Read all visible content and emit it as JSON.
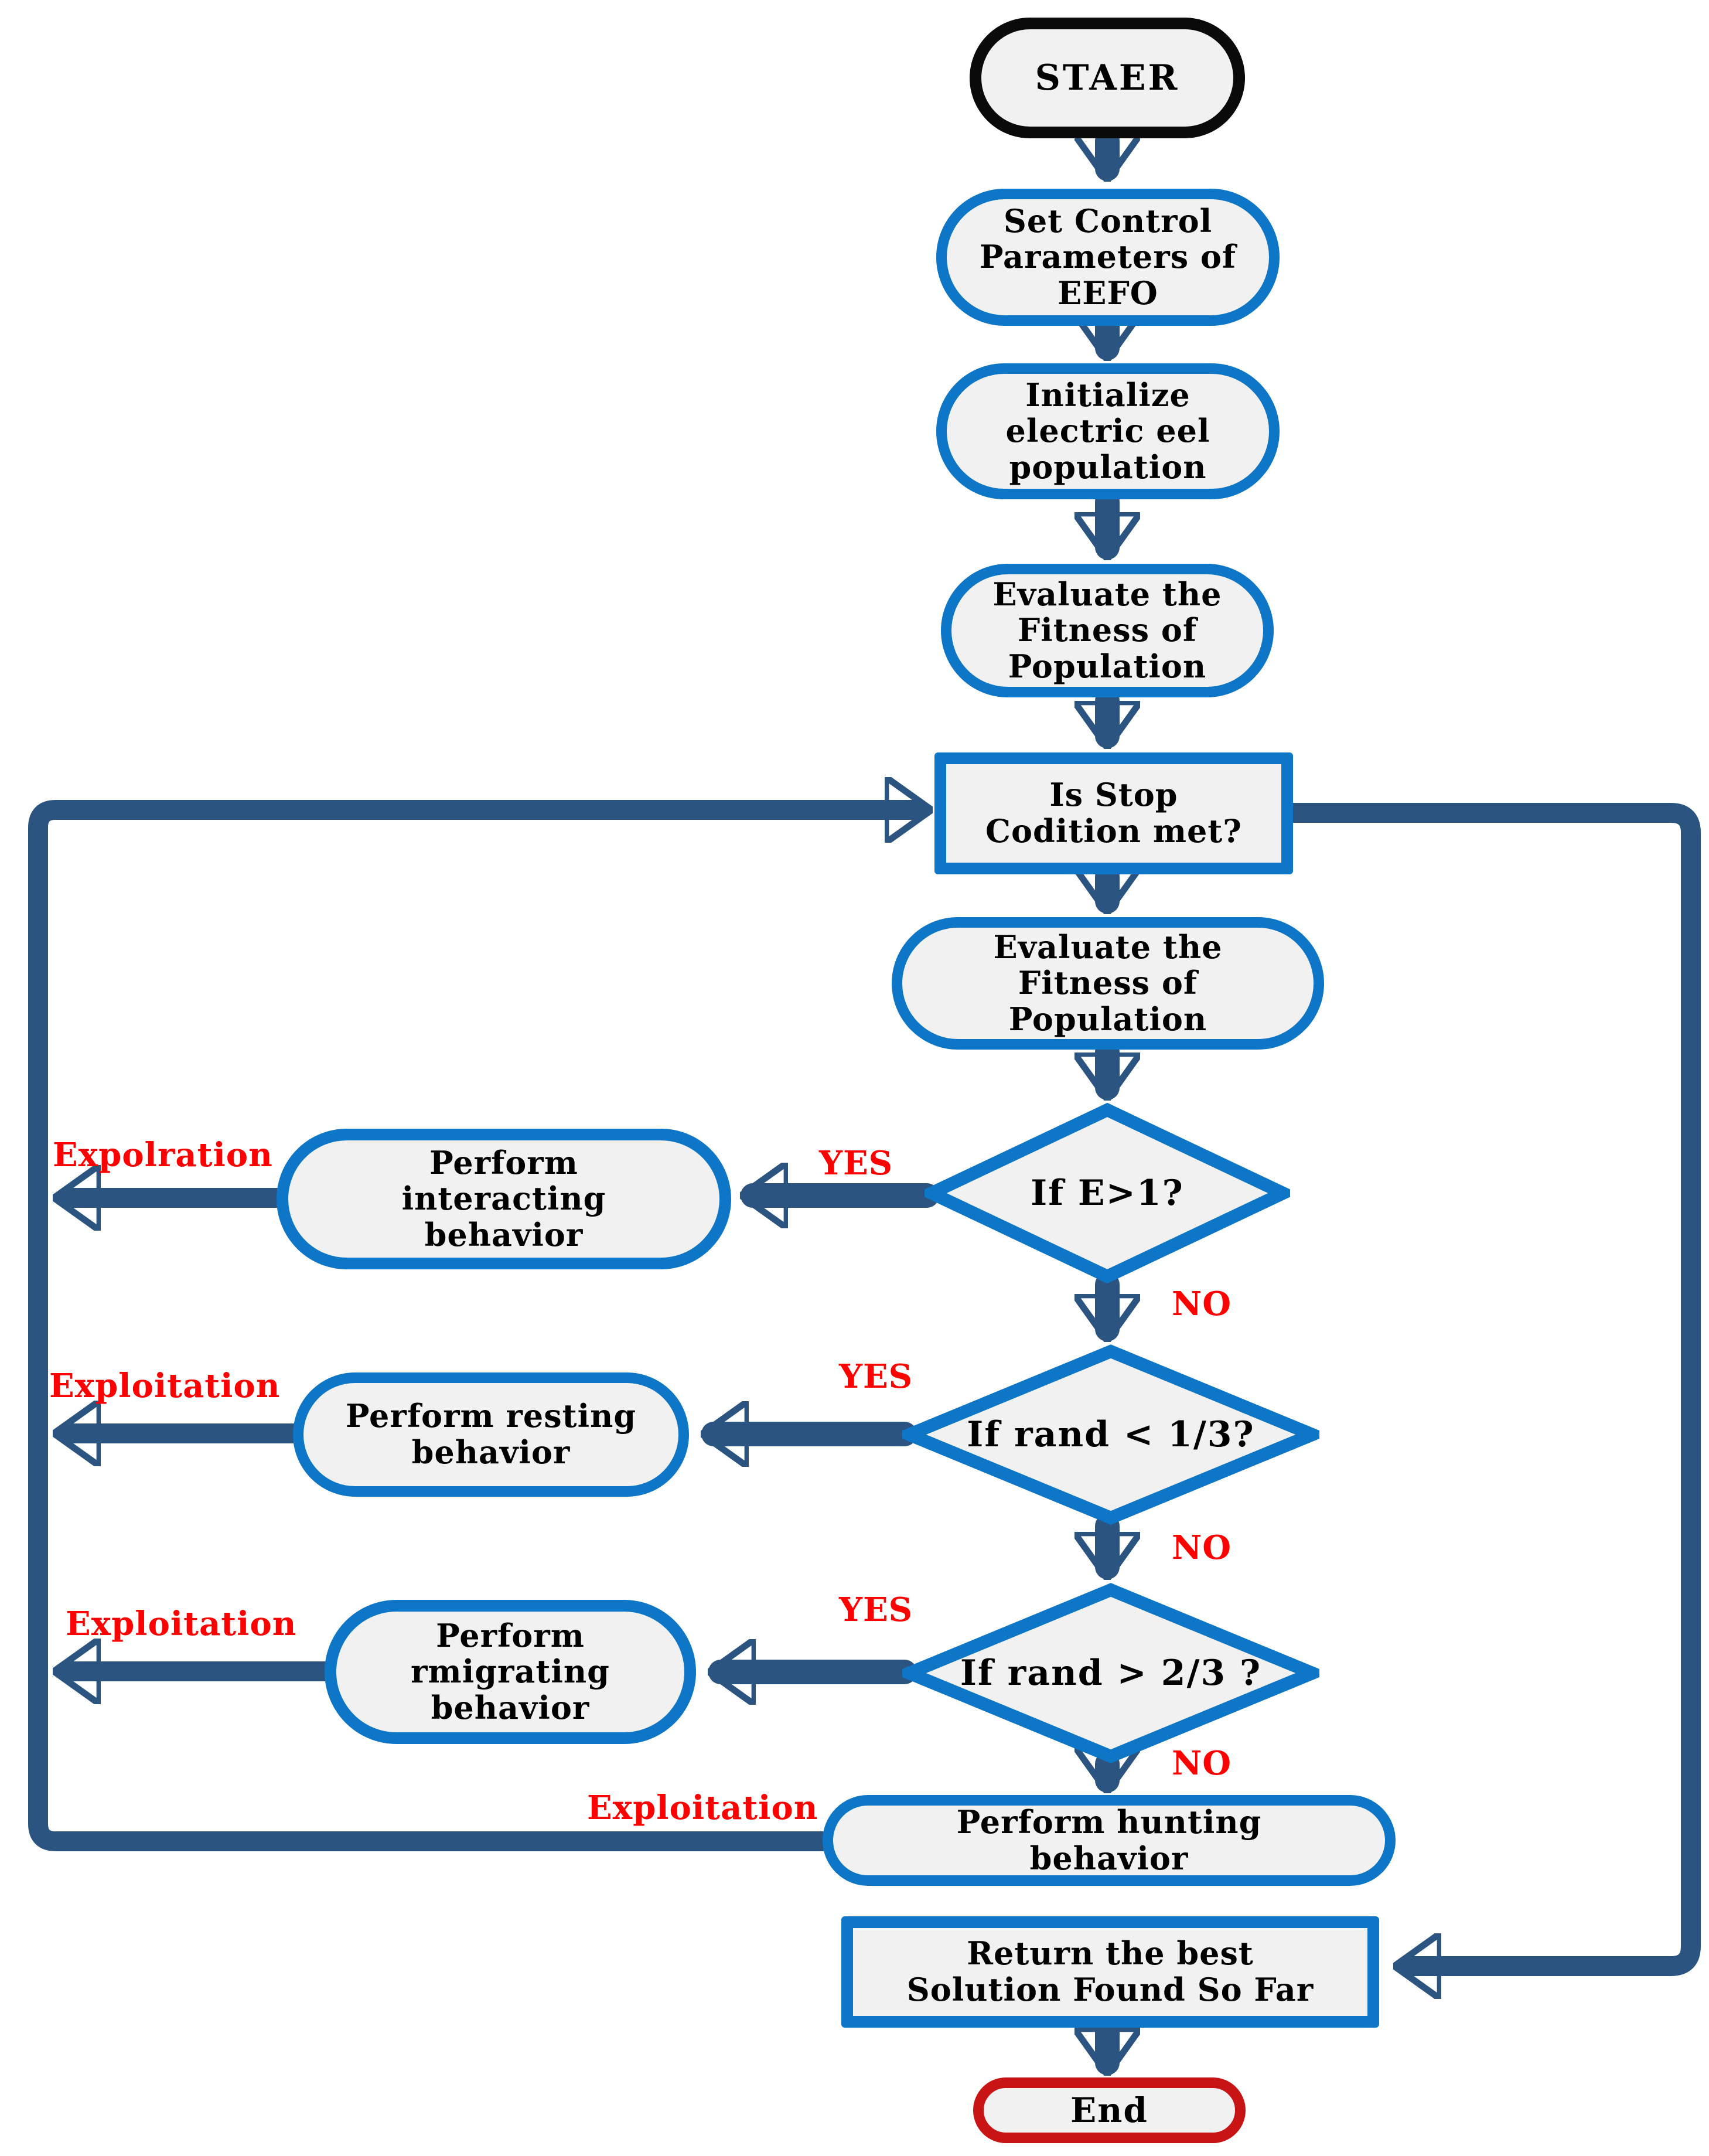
{
  "nodes": {
    "start": {
      "label": "STAER"
    },
    "set_control": {
      "label": "Set Control\nParameters of\nEEFO"
    },
    "initialize": {
      "label": "Initialize\nelectric eel\npopulation"
    },
    "evaluate_fitness_1": {
      "label": "Evaluate the\nFitness of\nPopulation"
    },
    "stop_condition": {
      "label": "Is Stop\nCodition met?"
    },
    "evaluate_fitness_2": {
      "label": "Evaluate the\nFitness of\nPopulation"
    },
    "if_e": {
      "label": "If E>1?"
    },
    "interacting": {
      "label": "Perform\ninteracting\nbehavior"
    },
    "if_rand_lt": {
      "label": "If rand < 1/3?"
    },
    "resting": {
      "label": "Perform resting\nbehavior"
    },
    "if_rand_gt": {
      "label": "If rand > 2/3 ?"
    },
    "migrating": {
      "label": "Perform\nrmigrating\nbehavior"
    },
    "hunting": {
      "label": "Perform hunting\nbehavior"
    },
    "return_best": {
      "label": "Return the best\nSolution Found So Far"
    },
    "end": {
      "label": "End"
    }
  },
  "edge_labels": {
    "yes_if_e": "YES",
    "no_if_e": "NO",
    "yes_rand_lt": "YES",
    "no_rand_lt": "NO",
    "yes_rand_gt": "YES",
    "no_rand_gt": "NO",
    "exploration": "Expolration",
    "exploitation_resting": "Exploitation",
    "exploitation_migrating": "Exploitation",
    "exploitation_hunting": "Exploitation"
  },
  "colors": {
    "node_border_blue": "#0d76c6",
    "arrow_dark_blue": "#2b5580",
    "node_fill_gray": "#f0f1f0",
    "start_border_black": "#0a0a0a",
    "end_border_red": "#c81414",
    "branch_label_red": "#ff0000",
    "text_black": "#000000"
  }
}
